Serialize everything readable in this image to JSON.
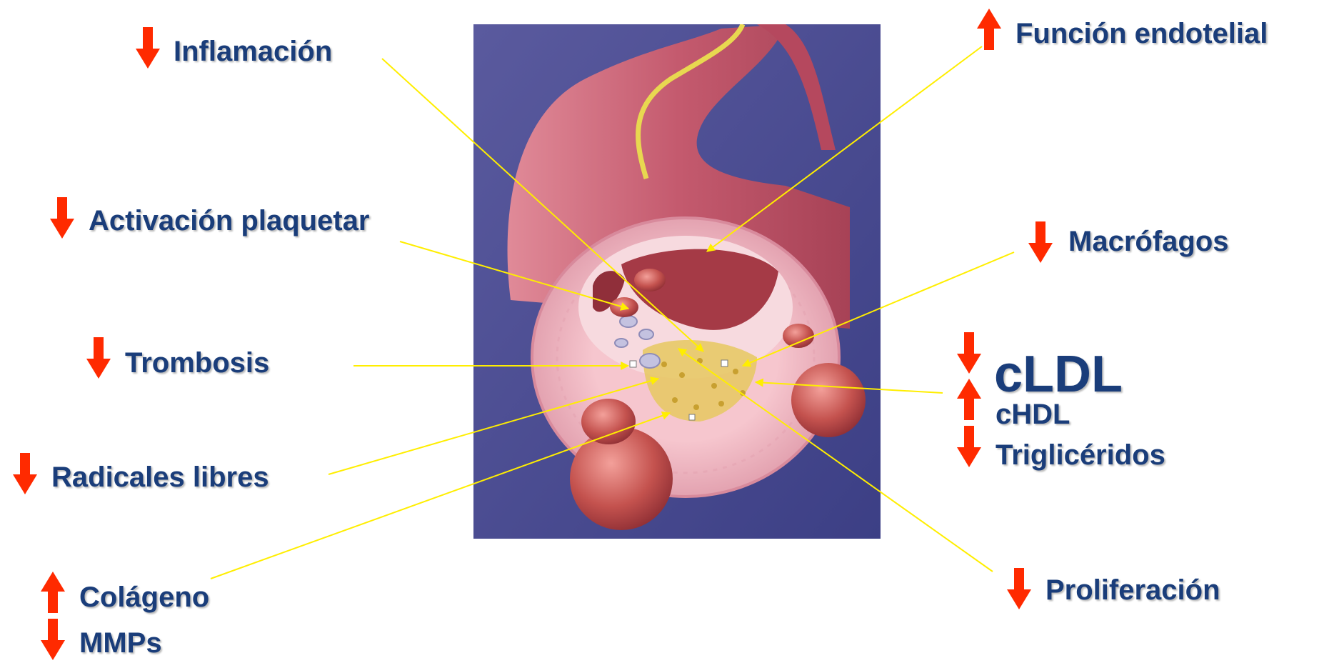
{
  "labels": {
    "inflamacion": "Inflamación",
    "funcion_endotelial": "Función endotelial",
    "activacion_plaquetar": "Activación plaquetar",
    "macrofagos": "Macrófagos",
    "trombosis": "Trombosis",
    "cldl": "cLDL",
    "chdl": "cHDL",
    "trigliceridos": "Triglicéridos",
    "radicales_libres": "Radicales libres",
    "colageno": "Colágeno",
    "mmps": "MMPs",
    "proliferacion": "Proliferación"
  },
  "indicators": {
    "inflamacion": "down",
    "funcion_endotelial": "up",
    "activacion_plaquetar": "down",
    "macrofagos": "down",
    "trombosis": "down",
    "cldl": "down",
    "chdl": "up",
    "trigliceridos": "down",
    "radicales_libres": "down",
    "colageno": "up",
    "mmps": "down",
    "proliferacion": "down"
  },
  "colors": {
    "label_text": "#1a3d7a",
    "arrow_indicator": "#ff2a00",
    "pointer_line": "#ffee00",
    "illustration_background": "#474891",
    "vessel_outer": "#c25a6e",
    "vessel_wall": "#f0b8c4",
    "plaque": "#e6c860"
  },
  "illustration": {
    "subject": "artery cross-section with atherosclerotic plaque and red blood cells"
  }
}
